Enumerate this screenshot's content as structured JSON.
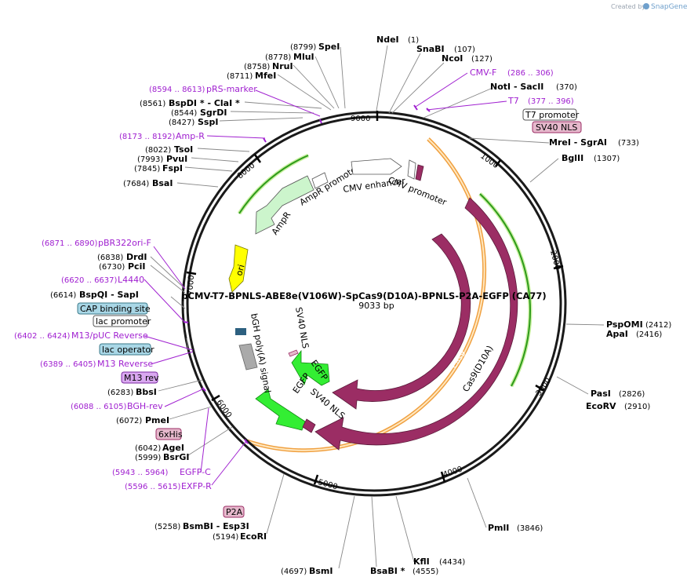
{
  "credit": {
    "prefix": "Created by",
    "brand": "SnapGene"
  },
  "map": {
    "title": "pCMV-T7-BPNLS-ABE8e(V106W)-SpCas9(D10A)-BPNLS-P2A-EGFP (CA77)",
    "size": "9033 bp",
    "ticks": [
      "1000",
      "2000",
      "3000",
      "4000",
      "5000",
      "6000",
      "7000",
      "8000",
      "9000"
    ]
  },
  "sites": [
    {
      "pos": "(1)",
      "name": "NdeI"
    },
    {
      "pos": "(107)",
      "name": "SnaBI"
    },
    {
      "pos": "(127)",
      "name": "NcoI"
    },
    {
      "pos": "(370)",
      "name": "NotI - SacII"
    },
    {
      "pos": "(733)",
      "name": "MreI - SgrAI"
    },
    {
      "pos": "(1307)",
      "name": "BglII"
    },
    {
      "pos": "(2412)",
      "name": "PspOMI"
    },
    {
      "pos": "(2416)",
      "name": "ApaI"
    },
    {
      "pos": "(2826)",
      "name": "PasI"
    },
    {
      "pos": "(2910)",
      "name": "EcoRV"
    },
    {
      "pos": "(3846)",
      "name": "PmlI"
    },
    {
      "pos": "(4434)",
      "name": "KflI"
    },
    {
      "pos": "(4555)",
      "name": "BsaBI *"
    },
    {
      "pos": "(4697)",
      "name": "BsmI"
    },
    {
      "pos": "(5194)",
      "name": "EcoRI"
    },
    {
      "pos": "(5258)",
      "name": "BsmBI - Esp3I"
    },
    {
      "pos": "(5999)",
      "name": "BsrGI"
    },
    {
      "pos": "(6042)",
      "name": "AgeI"
    },
    {
      "pos": "(6072)",
      "name": "PmeI"
    },
    {
      "pos": "(6283)",
      "name": "BbsI"
    },
    {
      "pos": "(6614)",
      "name": "BspQI - SapI"
    },
    {
      "pos": "(6730)",
      "name": "PciI"
    },
    {
      "pos": "(6838)",
      "name": "DrdI"
    },
    {
      "pos": "(7684)",
      "name": "BsaI"
    },
    {
      "pos": "(7845)",
      "name": "FspI"
    },
    {
      "pos": "(7993)",
      "name": "PvuI"
    },
    {
      "pos": "(8022)",
      "name": "TsoI"
    },
    {
      "pos": "(8427)",
      "name": "SspI"
    },
    {
      "pos": "(8544)",
      "name": "SgrDI"
    },
    {
      "pos": "(8561)",
      "name": "BspDI * - ClaI *"
    },
    {
      "pos": "(8711)",
      "name": "MfeI"
    },
    {
      "pos": "(8758)",
      "name": "NruI"
    },
    {
      "pos": "(8778)",
      "name": "MluI"
    },
    {
      "pos": "(8799)",
      "name": "SpeI"
    }
  ],
  "primers": [
    {
      "name": "CMV-F",
      "range": "(286 .. 306)"
    },
    {
      "name": "T7",
      "range": "(377 .. 396)"
    },
    {
      "name": "pRS-marker",
      "range": "(8594 .. 8613)"
    },
    {
      "name": "Amp-R",
      "range": "(8173 .. 8192)"
    },
    {
      "name": "pBR322ori-F",
      "range": "(6871 .. 6890)"
    },
    {
      "name": "L4440",
      "range": "(6620 .. 6637)"
    },
    {
      "name": "M13/pUC Reverse",
      "range": "(6402 .. 6424)"
    },
    {
      "name": "M13 Reverse",
      "range": "(6389 .. 6405)"
    },
    {
      "name": "BGH-rev",
      "range": "(6088 .. 6105)"
    },
    {
      "name": "EGFP-C",
      "range": "(5943 .. 5964)"
    },
    {
      "name": "EXFP-R",
      "range": "(5596 .. 5615)"
    }
  ],
  "boxed": {
    "t7_promoter": "T7 promoter",
    "sv40_nls": "SV40 NLS",
    "cap_site": "CAP binding site",
    "lac_promoter": "lac promoter",
    "lac_operator": "lac operator",
    "m13_rev": "M13 rev",
    "his6": "6xHis",
    "p2a": "P2A"
  },
  "features": {
    "cmv_enhancer": "CMV enhancer",
    "cmv_promoter": "CMV promoter",
    "ampr_promoter": "AmpR promoter",
    "ampr": "AmpR",
    "ori": "ori",
    "cas9": "Cas9",
    "cas9_d10a": "Cas9(D10A)",
    "sv40_nls_inner": "SV40 NLS",
    "sv40_nls_lower": "SV40 NLS",
    "egfp_inner": "EGFP",
    "egfp_lower": "EGFP",
    "bgh": "bGH poly(A) signal"
  },
  "colors": {
    "backbone": "#1a1a1a",
    "cas9": "#9b2d64",
    "egfp": "#33ee33",
    "ampr": "#ccf5cc",
    "ori": "#ffff00",
    "orf_track": "#f0a040",
    "green_track": "#2d9a1a",
    "primer": "#a020d0",
    "cap_box": "#a9d7e6",
    "nls_box": "#e6b8cc"
  }
}
